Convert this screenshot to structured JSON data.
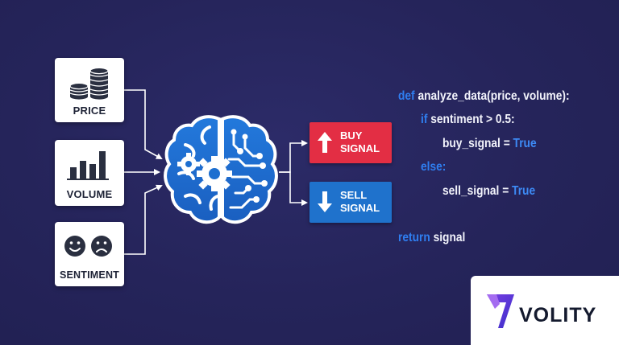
{
  "inputs": {
    "price": {
      "label": "PRICE",
      "icon": "coins-icon"
    },
    "volume": {
      "label": "VOLUME",
      "icon": "bar-chart-icon"
    },
    "sentiment": {
      "label": "SENTIMENT",
      "icon": "happy-sad-faces-icon"
    }
  },
  "processor": {
    "icon": "brain-gears-icon"
  },
  "signals": {
    "buy": {
      "line1": "BUY",
      "line2": "SIGNAL",
      "icon": "arrow-up-icon",
      "color": "#e32e44"
    },
    "sell": {
      "line1": "SELL",
      "line2": "SIGNAL",
      "icon": "arrow-down-icon",
      "color": "#1f72cc"
    }
  },
  "code": {
    "line1": {
      "keyword": "def",
      "text": " analyze_data(price, volume):"
    },
    "line2": {
      "keyword": "if",
      "text": " sentiment > 0.5:"
    },
    "line3": {
      "text": "buy_signal = ",
      "literal": "True"
    },
    "line4": {
      "keyword": "else:"
    },
    "line5": {
      "text": "sell_signal = ",
      "literal": "True"
    },
    "line6": {
      "keyword": "return",
      "text": " signal"
    }
  },
  "brand": {
    "name": "VOLITY",
    "icon": "volity-logo-icon"
  },
  "colors": {
    "background": "#25245a",
    "brain_blue": "#1d6fd0",
    "keyword_blue": "#2f7ef0"
  }
}
